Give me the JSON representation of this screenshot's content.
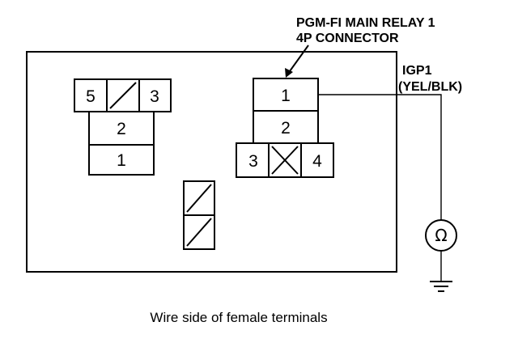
{
  "connector_callout": {
    "line1": "PGM-FI MAIN RELAY 1",
    "line2": "4P CONNECTOR"
  },
  "wire_label": {
    "circuit": "IGP1",
    "color": "(YEL/BLK)"
  },
  "left_connector": {
    "top_left": "5",
    "top_right": "3",
    "middle": "2",
    "bottom": "1"
  },
  "relay_connector": {
    "terminal_1": "1",
    "terminal_2": "2",
    "terminal_3": "3",
    "terminal_4": "4"
  },
  "meter_symbol": "Ω",
  "caption": "Wire side of female terminals"
}
